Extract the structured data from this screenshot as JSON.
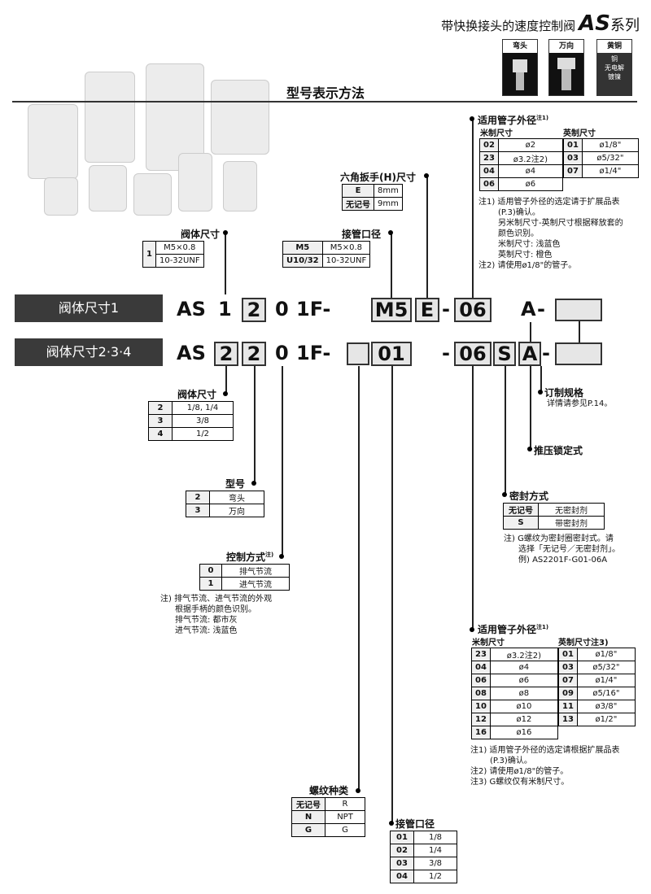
{
  "header": {
    "title": "带快换接头的速度控制阀",
    "series": "AS",
    "series_suffix": "系列"
  },
  "icons": [
    {
      "label": "弯头",
      "name": "elbow-icon"
    },
    {
      "label": "万向",
      "name": "universal-icon"
    },
    {
      "label": "黄铜",
      "sub": [
        "铜",
        "无电解",
        "镀镍"
      ],
      "name": "brass-icon"
    }
  ],
  "section": {
    "title": "型号表示方法"
  },
  "rows": {
    "r1": "阀体尺寸1",
    "r2": "阀体尺寸2·3·4"
  },
  "code": {
    "as": "AS",
    "one": "1",
    "two": "2",
    "zero": "0",
    "f1": "1F-",
    "m5": "M5",
    "e": "E",
    "dash": "-",
    "c06": "06",
    "a": "A",
    "c01": "01",
    "s": "S"
  },
  "body1": {
    "label": "阀体尺寸",
    "rows": [
      [
        "1",
        "M5×0.8",
        "10-32UNF"
      ]
    ]
  },
  "hex": {
    "label": "六角扳手(H)尺寸",
    "rows": [
      [
        "E",
        "8mm"
      ],
      [
        "无记号",
        "9mm"
      ]
    ]
  },
  "port1": {
    "label": "接管口径",
    "rows": [
      [
        "M5",
        "M5×0.8"
      ],
      [
        "U10/32",
        "10-32UNF"
      ]
    ]
  },
  "tube1": {
    "label": "适用管子外径",
    "sup": "注1)",
    "metric_label": "米制尺寸",
    "inch_label": "英制尺寸",
    "metric": [
      [
        "02",
        "ø2"
      ],
      [
        "23",
        "ø3.2注2)"
      ],
      [
        "04",
        "ø4"
      ],
      [
        "06",
        "ø6"
      ]
    ],
    "inch": [
      [
        "01",
        "ø1/8\""
      ],
      [
        "03",
        "ø5/32\""
      ],
      [
        "07",
        "ø1/4\""
      ]
    ],
    "notes": [
      "注1) 适用管子外径的选定请于扩展品表",
      "(P.3)确认。",
      "另米制尺寸-英制尺寸根据释放套的",
      "颜色识别。",
      "米制尺寸: 浅蓝色",
      "英制尺寸: 橙色",
      "注2) 请使用ø1/8\"的管子。"
    ]
  },
  "body2": {
    "label": "阀体尺寸",
    "rows": [
      [
        "2",
        "1/8, 1/4"
      ],
      [
        "3",
        "3/8"
      ],
      [
        "4",
        "1/2"
      ]
    ]
  },
  "model": {
    "label": "型号",
    "rows": [
      [
        "2",
        "弯头"
      ],
      [
        "3",
        "万向"
      ]
    ]
  },
  "control": {
    "label": "控制方式",
    "sup": "注)",
    "rows": [
      [
        "0",
        "排气节流"
      ],
      [
        "1",
        "进气节流"
      ]
    ],
    "notes": [
      "注) 排气节流、进气节流的外观",
      "根据手柄的颜色识别。",
      "排气节流: 都市灰",
      "进气节流: 浅蓝色"
    ]
  },
  "spec": {
    "label": "订制规格",
    "note": "详情请参见P.14。"
  },
  "lock": {
    "label": "推压锁定式"
  },
  "seal": {
    "label": "密封方式",
    "rows": [
      [
        "无记号",
        "无密封剂"
      ],
      [
        "S",
        "带密封剂"
      ]
    ],
    "notes": [
      "注) G螺纹为密封圈密封式。请",
      "选择「无记号／无密封剂」。",
      "例) AS2201F-G01-06A"
    ]
  },
  "tube2": {
    "label": "适用管子外径",
    "sup": "注1)",
    "metric_label": "米制尺寸",
    "inch_label": "英制尺寸注3)",
    "metric": [
      [
        "23",
        "ø3.2注2)"
      ],
      [
        "04",
        "ø4"
      ],
      [
        "06",
        "ø6"
      ],
      [
        "08",
        "ø8"
      ],
      [
        "10",
        "ø10"
      ],
      [
        "12",
        "ø12"
      ],
      [
        "16",
        "ø16"
      ]
    ],
    "inch": [
      [
        "01",
        "ø1/8\""
      ],
      [
        "03",
        "ø5/32\""
      ],
      [
        "07",
        "ø1/4\""
      ],
      [
        "09",
        "ø5/16\""
      ],
      [
        "11",
        "ø3/8\""
      ],
      [
        "13",
        "ø1/2\""
      ]
    ],
    "notes": [
      "注1) 适用管子外径的选定请根据扩展品表",
      "(P.3)确认。",
      "注2) 请使用ø1/8\"的管子。",
      "注3) G螺纹仅有米制尺寸。"
    ]
  },
  "thread": {
    "label": "螺纹种类",
    "rows": [
      [
        "无记号",
        "R"
      ],
      [
        "N",
        "NPT"
      ],
      [
        "G",
        "G"
      ]
    ]
  },
  "port2": {
    "label": "接管口径",
    "rows": [
      [
        "01",
        "1/8"
      ],
      [
        "02",
        "1/4"
      ],
      [
        "03",
        "3/8"
      ],
      [
        "04",
        "1/2"
      ]
    ]
  }
}
